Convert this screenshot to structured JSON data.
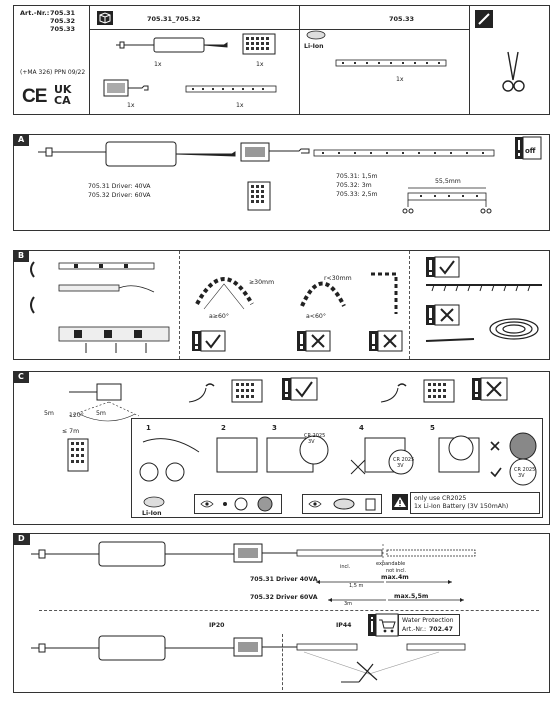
{
  "header": {
    "art_label": "Art.-Nr.:",
    "art_numbers": [
      "705.31",
      "705.32",
      "705.33"
    ],
    "marking_line": "(+MA 326) PPN 09/22",
    "ce_mark": "CE",
    "ukca_mark": [
      "UK",
      "CA"
    ],
    "group1_title": "705.31_705.32",
    "group2_title": "705.33",
    "liion_label": "Li-Ion",
    "qty_1x": "1x"
  },
  "section_a": {
    "tag": "A",
    "driver_lines": [
      "705.31 Driver: 40VA",
      "705.32 Driver: 60VA"
    ],
    "length_lines": [
      "705.31: 1,5m",
      "705.32: 3m",
      "705.33: 2,5m"
    ],
    "spacing": "55,5mm",
    "off_label": "off"
  },
  "section_b": {
    "tag": "B",
    "radius_a": "≥30mm",
    "angle_a": "a≥60°",
    "radius_b": "r<30mm",
    "angle_b": "a<60°"
  },
  "section_c": {
    "tag": "C",
    "dist_left": "5m",
    "dist_right": "5m",
    "angle": "120°",
    "range": "≤ 7m",
    "liion_label": "Li-Ion",
    "battery_type": "CR 2025",
    "battery_volt": "3V",
    "step_numbers": [
      "1",
      "2",
      "3",
      "4",
      "5"
    ],
    "note_lines": [
      "only use CR2025",
      "1x Li-Ion Battery (3V 150mAh)"
    ]
  },
  "section_d": {
    "tag": "D",
    "incl_label": "incl.",
    "expandable_label": "expandable",
    "not_incl_label": "not incl.",
    "len1": "1,5 m",
    "len2": "3m",
    "row1": {
      "model": "705.31",
      "driver": "Driver 40VA",
      "max": "max.4m"
    },
    "row2": {
      "model": "705.32",
      "driver": "Driver 60VA",
      "max": "max.5,5m"
    },
    "ip20": "IP20",
    "ip44": "IP44",
    "water_protection": "Water Protection",
    "water_art_prefix": "Art.-Nr.:",
    "water_art_number": "702.47"
  }
}
